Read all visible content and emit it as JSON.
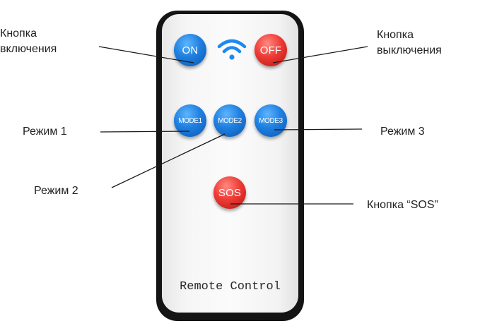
{
  "colors": {
    "remote_body": "#141414",
    "button_blue": "#1f7fe0",
    "button_red": "#ef3b36",
    "wifi_icon": "#1e88f0",
    "text": "#222222"
  },
  "remote": {
    "label": "Remote Control",
    "buttons": {
      "on": "ON",
      "off": "OFF",
      "mode1": "MODE1",
      "mode2": "MODE2",
      "mode3": "MODE3",
      "sos": "SOS"
    },
    "signal_icon": "wifi-signal-icon"
  },
  "callouts": {
    "on_line1": "Кнопка",
    "on_line2": "включения",
    "off_line1": "Кнопка",
    "off_line2": "выключения",
    "mode1": "Режим 1",
    "mode2": "Режим 2",
    "mode3": "Режим 3",
    "sos": "Кнопка “SOS”"
  }
}
